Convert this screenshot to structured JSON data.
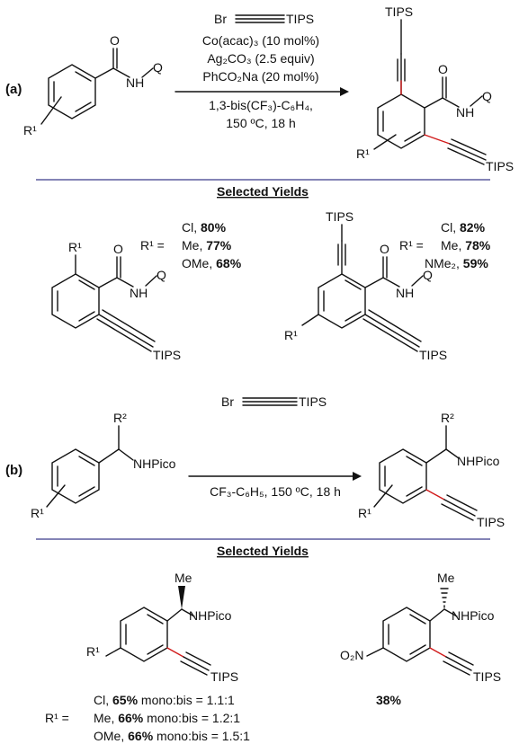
{
  "part_a": {
    "label": "(a)",
    "reagent_top": "Br",
    "reagent_tips": "TIPS",
    "conditions": [
      "Co(acac)₃ (10 mol%)",
      "Ag₂CO₃ (2.5 equiv)",
      "PhCO₂Na (20 mol%)"
    ],
    "solvent": [
      "1,3-bis(CF₃)-C₆H₄,",
      "150 ºC, 18 h"
    ],
    "sm_r": "R¹",
    "sm_o": "O",
    "sm_nh": "NH",
    "sm_q": "Q",
    "prod_tips_top": "TIPS",
    "prod_tips_bottom": "TIPS",
    "prod_o": "O",
    "prod_nh": "NH",
    "prod_q": "Q",
    "prod_r": "R¹",
    "header": "Selected Yields",
    "y1_r": "R¹",
    "y1_o": "O",
    "y1_nh": "NH",
    "y1_q": "Q",
    "y1_tips": "TIPS",
    "y1_list_label": "R¹ =",
    "y1_list": [
      {
        "sub": "Cl, ",
        "val": "80%"
      },
      {
        "sub": "Me, ",
        "val": "77%"
      },
      {
        "sub": "OMe, ",
        "val": "68%"
      }
    ],
    "y2_tips_top": "TIPS",
    "y2_tips_bottom": "TIPS",
    "y2_o": "O",
    "y2_nh": "NH",
    "y2_q": "Q",
    "y2_r": "R¹",
    "y2_list_label": "R¹ =",
    "y2_list": [
      {
        "sub": "Cl, ",
        "val": "82%"
      },
      {
        "sub": "Me, ",
        "val": "78%"
      },
      {
        "sub": "NMe₂, ",
        "val": "59%"
      }
    ]
  },
  "part_b": {
    "label": "(b)",
    "reagent_top": "Br",
    "reagent_tips": "TIPS",
    "conditions": "CF₃-C₆H₅, 150 ºC, 18 h",
    "sm_r2": "R²",
    "sm_nh": "NHPico",
    "sm_r1": "R¹",
    "prod_r2": "R²",
    "prod_nh": "NHPico",
    "prod_r1": "R¹",
    "prod_tips": "TIPS",
    "header": "Selected Yields",
    "y1_me": "Me",
    "y1_nh": "NHPico",
    "y1_r1": "R¹",
    "y1_tips": "TIPS",
    "y1_list_label": "R¹ =",
    "y1_list": [
      {
        "sub": "Cl, ",
        "val": "65%",
        "ratio": " mono:bis = 1.1:1"
      },
      {
        "sub": "Me, ",
        "val": "66%",
        "ratio": " mono:bis = 1.2:1"
      },
      {
        "sub": "OMe, ",
        "val": "66%",
        "ratio": " mono:bis = 1.5:1"
      }
    ],
    "y2_me": "Me",
    "y2_nh": "NHPico",
    "y2_no2": "O₂N",
    "y2_tips": "TIPS",
    "y2_yield": "38%"
  },
  "colors": {
    "ink": "#111111",
    "new_bond": "#d11a1a",
    "rule": "#3a3a8a"
  }
}
